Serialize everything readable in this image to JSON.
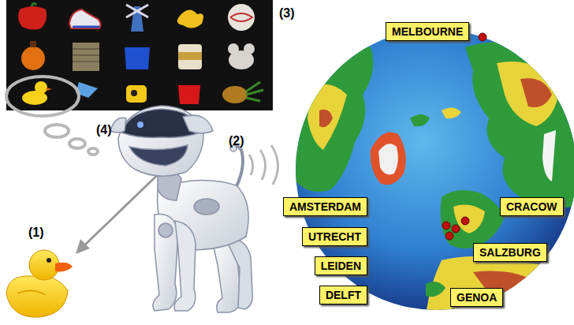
{
  "diagram": {
    "nodes": [
      {
        "text": [
          "MELBOURNE"
        ]
      },
      {
        "text": [
          "AMSTERDAM"
        ]
      },
      {
        "text": [
          "CRACOW"
        ]
      },
      {
        "text": [
          "UTRECHT"
        ]
      },
      {
        "text": [
          "SALZBURG"
        ]
      },
      {
        "text": [
          "LEIDEN"
        ]
      },
      {
        "text": [
          "DELFT"
        ]
      },
      {
        "text": [
          "GENOA"
        ]
      }
    ],
    "labels": [
      "(3)",
      "(4)",
      "(2)",
      "(1)"
    ]
  }
}
